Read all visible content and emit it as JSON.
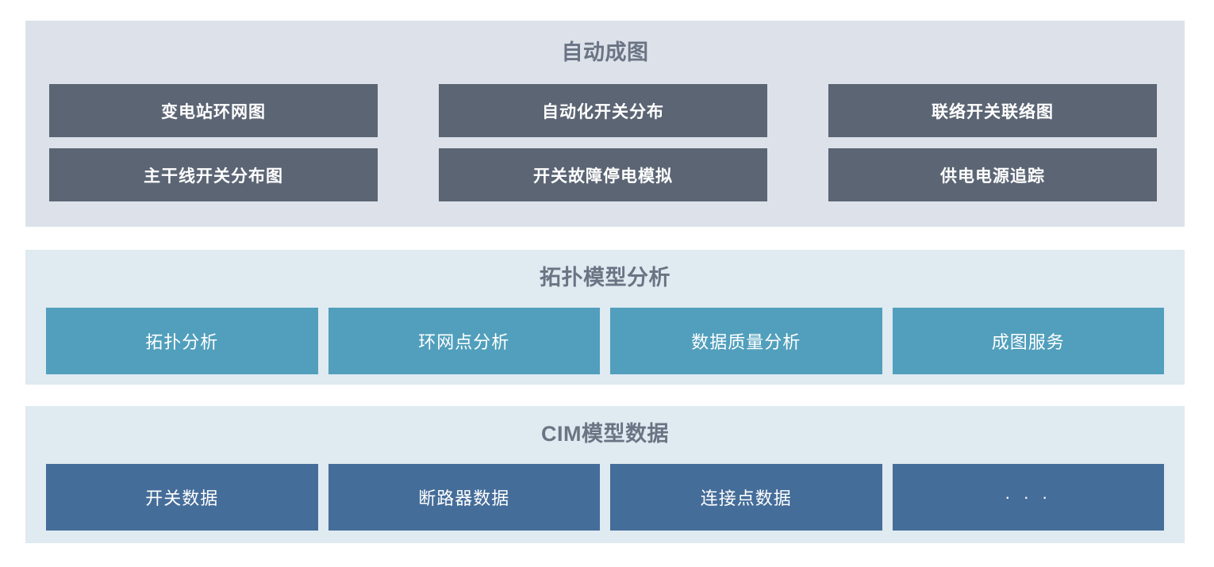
{
  "colors": {
    "panel_gray": "#dde2ea",
    "panel_blue": "#dfeaf1",
    "button_dark": "#5c6574",
    "button_teal": "#519fbc",
    "button_blue": "#456d99",
    "title_text": "#6b7484",
    "button_text": "#ffffff",
    "page_background": "#ffffff"
  },
  "sections": [
    {
      "id": "auto-map",
      "title": "自动成图",
      "rows": [
        [
          "变电站环网图",
          "自动化开关分布",
          "联络开关联络图"
        ],
        [
          "主干线开关分布图",
          "开关故障停电模拟",
          "供电电源追踪"
        ]
      ]
    },
    {
      "id": "topology",
      "title": "拓扑模型分析",
      "buttons": [
        "拓扑分析",
        "环网点分析",
        "数据质量分析",
        "成图服务"
      ]
    },
    {
      "id": "cim",
      "title": "CIM模型数据",
      "buttons": [
        "开关数据",
        "断路器数据",
        "连接点数据",
        "· · ·"
      ]
    }
  ]
}
